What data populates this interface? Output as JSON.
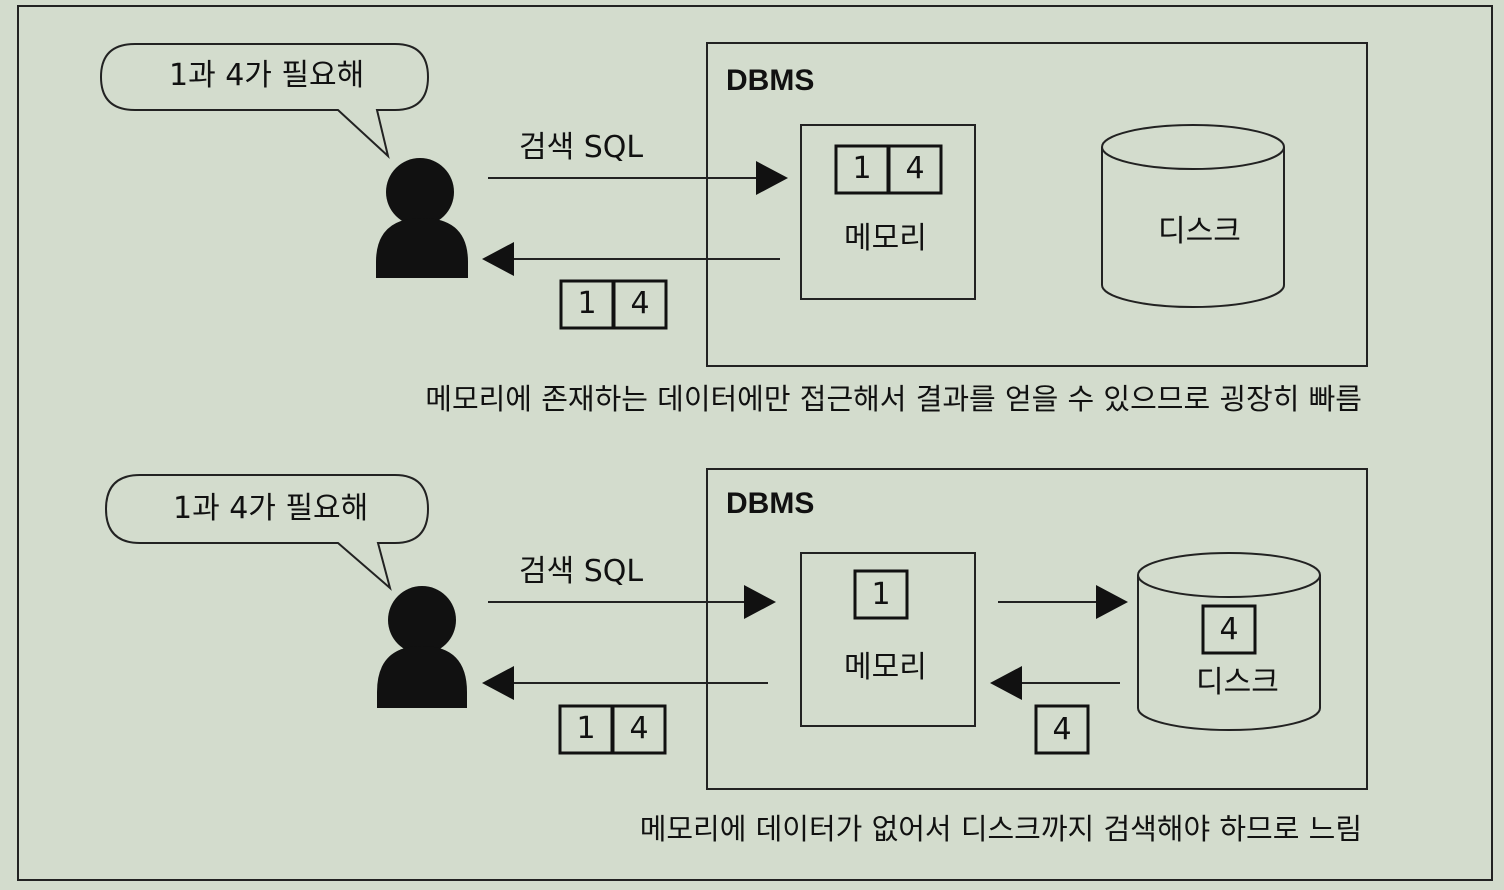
{
  "panels": [
    {
      "speech": "1과 4가 필요해",
      "request_label": "검색 SQL",
      "dbms_label": "DBMS",
      "memory_label": "메모리",
      "disk_label": "디스크",
      "memory_cells": [
        "1",
        "4"
      ],
      "disk_cells": [],
      "disk_return_cells": [],
      "result_cells": [
        "1",
        "4"
      ],
      "caption": "메모리에 존재하는 데이터에만 접근해서 결과를 얻을 수 있으므로 굉장히 빠름"
    },
    {
      "speech": "1과 4가 필요해",
      "request_label": "검색 SQL",
      "dbms_label": "DBMS",
      "memory_label": "메모리",
      "disk_label": "디스크",
      "memory_cells": [
        "1"
      ],
      "disk_cells": [
        "4"
      ],
      "disk_return_cells": [
        "4"
      ],
      "result_cells": [
        "1",
        "4"
      ],
      "caption": "메모리에 데이터가 없어서 디스크까지 검색해야 하므로 느림"
    }
  ]
}
